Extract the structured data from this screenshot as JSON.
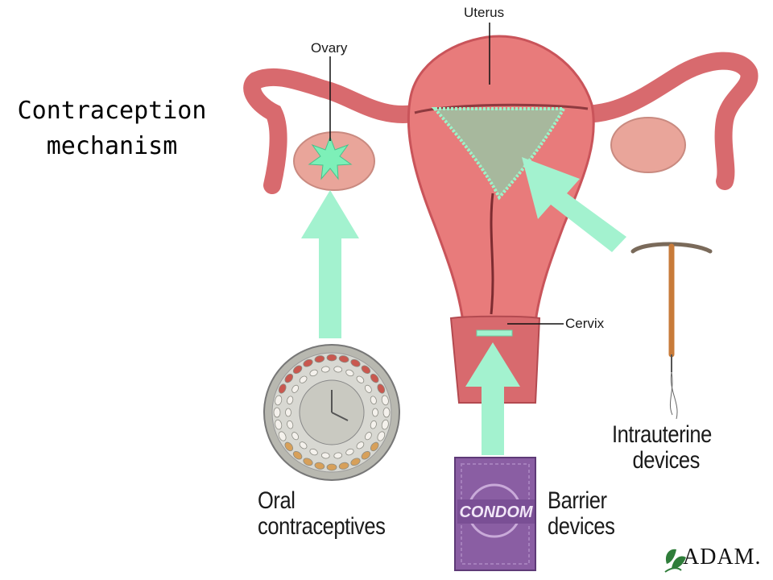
{
  "title": {
    "line1": "Contraception",
    "line2": "mechanism"
  },
  "labels": {
    "uterus": "Uterus",
    "ovary": "Ovary",
    "cervix": "Cervix",
    "condom": "CONDOM",
    "oral": {
      "line1": "Oral",
      "line2": "contraceptives"
    },
    "barrier": {
      "line1": "Barrier",
      "line2": "devices"
    },
    "iud": {
      "line1": "Intrauterine",
      "line2": "devices"
    }
  },
  "logo": {
    "text": "ADAM."
  },
  "colors": {
    "tissue": "#e87b7b",
    "tissue_dark": "#c9545a",
    "ovary": "#e9a59a",
    "arrow": "#a3f2cf",
    "condom": "#8a5ea3",
    "iud": "#c87b3a",
    "cavity": "#a7b89d"
  }
}
